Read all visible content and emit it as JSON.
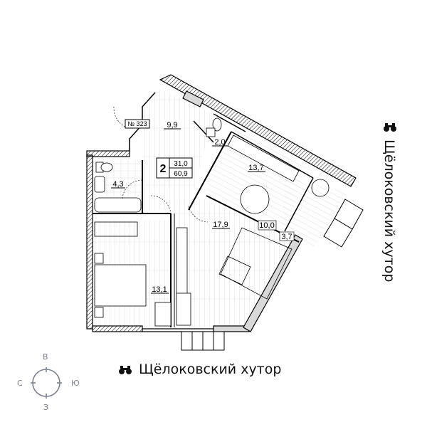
{
  "apartment": {
    "number_label": "№ 323",
    "rooms_count": "2",
    "living_area": "31,0",
    "total_area": "60,9"
  },
  "rooms": [
    {
      "id": "hallway",
      "area": "9,9"
    },
    {
      "id": "wc",
      "area": "2,0"
    },
    {
      "id": "kitchen",
      "area": "13,7"
    },
    {
      "id": "bathroom",
      "area": "4,3"
    },
    {
      "id": "living-room",
      "area": "17,9"
    },
    {
      "id": "loggia",
      "area": "10,0"
    },
    {
      "id": "balcony",
      "area": "3,7"
    },
    {
      "id": "bedroom",
      "area": "13,1"
    }
  ],
  "brand": {
    "name": "Щёлоковский хутор",
    "icon": "binoculars-icon"
  },
  "compass": {
    "top": "В",
    "left": "С",
    "right": "Ю",
    "bottom": "З",
    "color": "#7a8290"
  },
  "colors": {
    "wall": "#000000",
    "wall_fill": "#d9d9d9",
    "floor_lines": "#cfcfcf"
  }
}
